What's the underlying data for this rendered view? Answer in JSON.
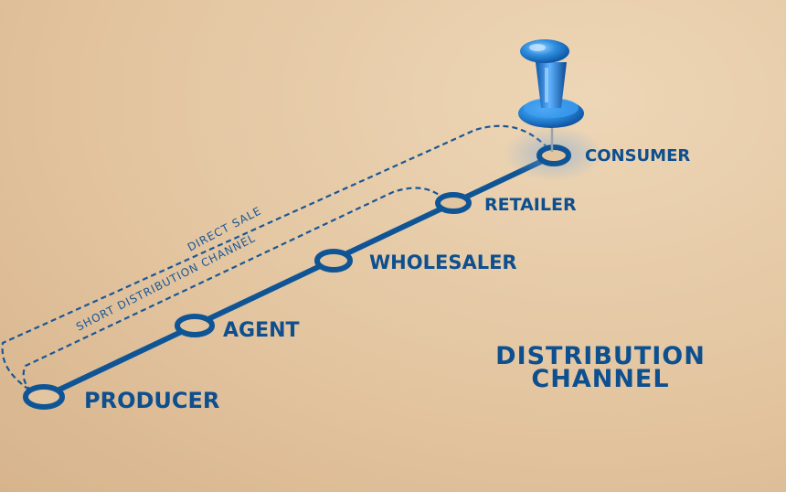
{
  "diagram": {
    "title_line1": "DISTRIBUTION",
    "title_line2": "CHANNEL",
    "stages": [
      {
        "id": "producer",
        "label": "PRODUCER"
      },
      {
        "id": "agent",
        "label": "AGENT"
      },
      {
        "id": "wholesaler",
        "label": "WHOLESALER"
      },
      {
        "id": "retailer",
        "label": "RETAILER"
      },
      {
        "id": "consumer",
        "label": "CONSUMER"
      }
    ],
    "routes": {
      "direct": "DIRECT SALE",
      "short": "SHORT DISTRIBUTION CHANNEL"
    }
  },
  "colors": {
    "line": "#0f5596",
    "text": "#0d4f8f",
    "paper": "#e3c5a0",
    "pin": "#2f8fe0"
  },
  "icons": {
    "pin": "pushpin-icon"
  }
}
